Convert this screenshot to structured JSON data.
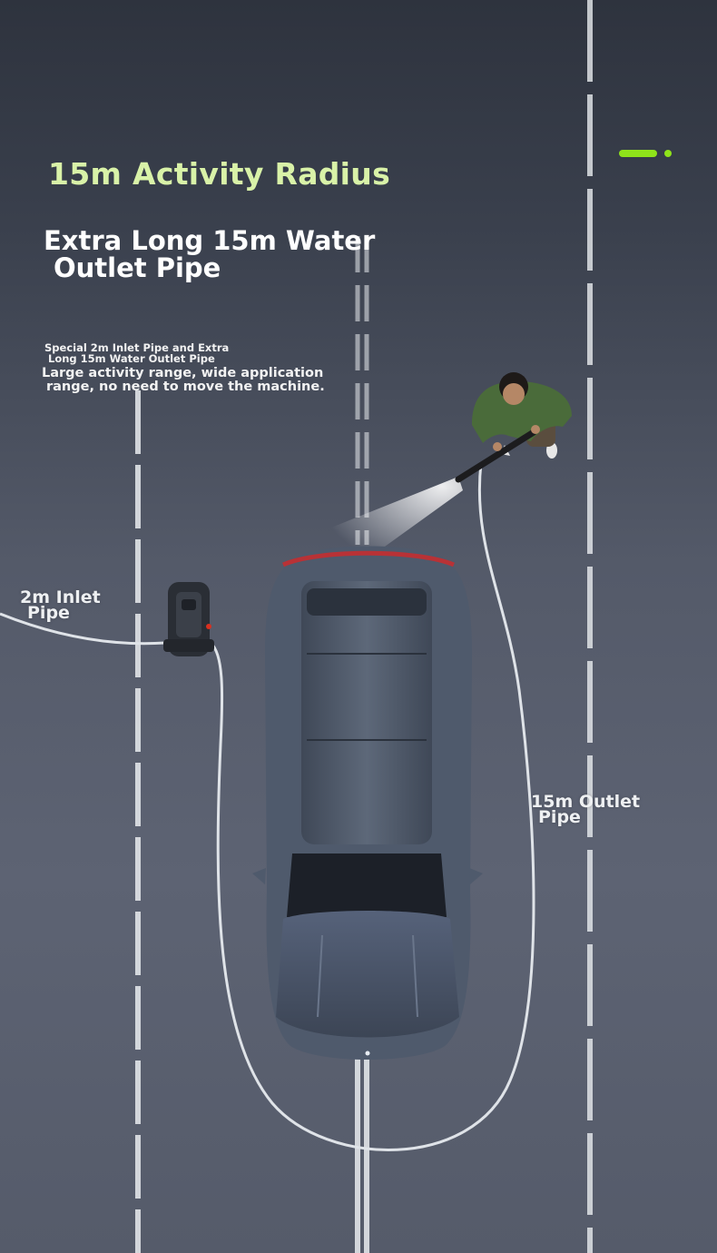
{
  "colors": {
    "headline": "#d9f2a8",
    "indicator": "#8fe31a",
    "road_marking": "#e9ecef",
    "hose": "#dfe3e8",
    "car_body": "#4f5a6c"
  },
  "headline": "15m Activity Radius",
  "subheading": {
    "line1": "Extra Long 15m Water",
    "line2": "Outlet Pipe"
  },
  "small_note": {
    "line1": "Special 2m Inlet Pipe and Extra",
    "line2": "Long 15m Water Outlet Pipe"
  },
  "description": {
    "line1": "Large activity range, wide application",
    "line2": "range, no need to move the machine."
  },
  "labels": {
    "inlet": {
      "line1": "2m Inlet",
      "line2": "Pipe"
    },
    "outlet": {
      "line1": "15m Outlet",
      "line2": "Pipe"
    }
  }
}
